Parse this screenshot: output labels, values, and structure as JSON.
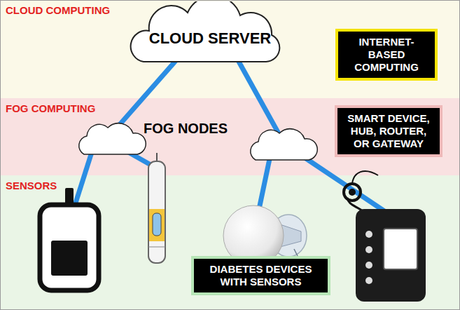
{
  "diagram": {
    "nodes": [
      {
        "text": [
          "CLOUD COMPUTING"
        ]
      },
      {
        "text": [
          "CLOUD SERVER"
        ],
        "in": 0
      },
      {
        "text": [
          "INTERNET-BASED COMPUTING"
        ],
        "in": 0
      },
      {
        "text": [
          "FOG COMPUTING"
        ]
      },
      {
        "text": [
          "SMART DEVICE, HUB, ROUTER, OR GATEWAY"
        ],
        "in": 3
      },
      {
        "text": [
          "SENSORS"
        ]
      },
      {
        "text": [
          "DIABETES DEVICES WITH SENSORS"
        ],
        "in": 5
      }
    ],
    "labels": [
      "FOG NODES"
    ]
  }
}
